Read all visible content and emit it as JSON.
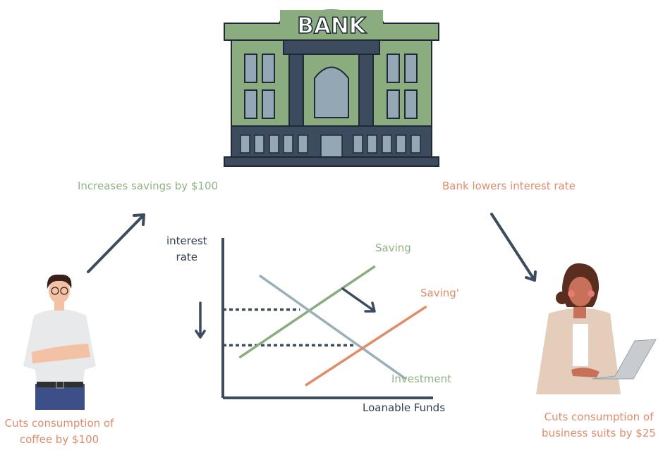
{
  "colors": {
    "dark_navy": "#3d4b5f",
    "bank_green": "#8aac7e",
    "glass": "#93a8b4",
    "saving_green": "#8aac7e",
    "saving_prime_orange": "#e08c6b",
    "investment_gray": "#9aafb9",
    "text_green": "#8fb382",
    "text_orange": "#e08c6b"
  },
  "bank": {
    "sign": "BANK"
  },
  "captions": {
    "saver_action": "Increases savings  by $100",
    "bank_action": "Bank lowers interest rate",
    "saver_cut": [
      "Cuts consumption of",
      "coffee by $100"
    ],
    "business_cut": [
      "Cuts consumption of",
      "business suits by $25"
    ]
  },
  "chart_data": {
    "type": "line",
    "title": "",
    "ylabel": [
      "interest",
      "rate"
    ],
    "xlabel": "Loanable Funds",
    "x_range": [
      0,
      10
    ],
    "y_range": [
      0,
      10
    ],
    "grid": false,
    "series": [
      {
        "name": "Saving",
        "color": "#8aac7e",
        "points": [
          [
            0.9,
            2.6
          ],
          [
            8.3,
            8.5
          ]
        ]
      },
      {
        "name": "Investment",
        "color": "#9aafb9",
        "points": [
          [
            2.0,
            7.9
          ],
          [
            10.0,
            1.2
          ]
        ]
      },
      {
        "name": "Saving'",
        "color": "#e08c6b",
        "points": [
          [
            4.5,
            0.8
          ],
          [
            11.1,
            5.9
          ]
        ]
      }
    ],
    "equilibria": [
      {
        "name": "original",
        "x": 4.2,
        "y": 5.7
      },
      {
        "name": "new",
        "x": 7.2,
        "y": 3.4
      }
    ],
    "annotations": [
      "shift-right-arrow",
      "interest-rate-down-arrow"
    ]
  },
  "icons": {
    "arrow_up_right": "arrow-up-right-icon",
    "arrow_down_right": "arrow-down-right-icon",
    "arrow_down": "arrow-down-icon"
  }
}
